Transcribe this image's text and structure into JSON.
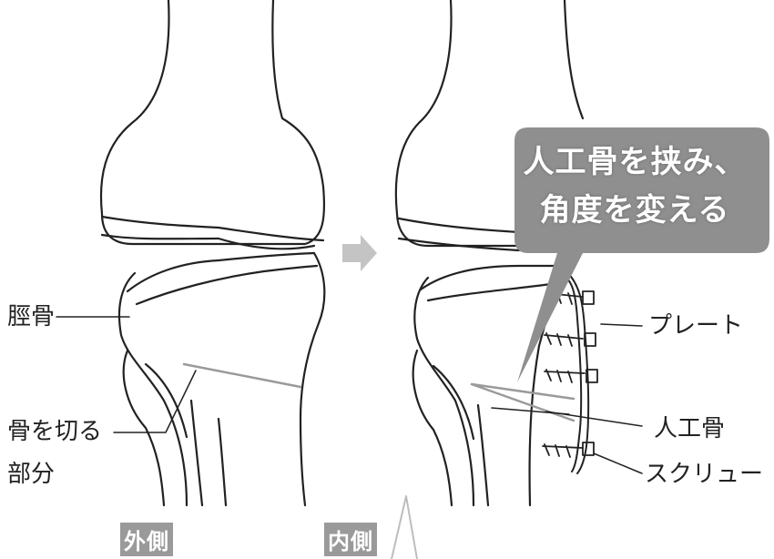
{
  "labels": {
    "tibia": "脛骨",
    "cut_part_line1": "骨を切る",
    "cut_part_line2": "部分",
    "plate": "プレート",
    "artificial_bone": "人工骨",
    "screw": "スクリュー",
    "lateral": "外側",
    "medial": "内側"
  },
  "callout": {
    "line1": "人工骨を挟み、",
    "line2": "角度を変える"
  },
  "colors": {
    "outline": "#222222",
    "callout_fill": "#8f8f8f",
    "tag_fill": "#9a9a9a",
    "cut_line": "#9a9a9a"
  }
}
